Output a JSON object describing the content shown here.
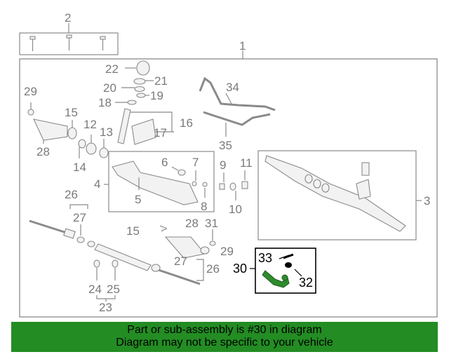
{
  "diagram": {
    "callouts": [
      {
        "id": "c2",
        "text": "2"
      },
      {
        "id": "c1",
        "text": "1"
      },
      {
        "id": "c22",
        "text": "22"
      },
      {
        "id": "c21",
        "text": "21"
      },
      {
        "id": "c20",
        "text": "20"
      },
      {
        "id": "c19",
        "text": "19"
      },
      {
        "id": "c18",
        "text": "18"
      },
      {
        "id": "c16",
        "text": "16"
      },
      {
        "id": "c17",
        "text": "17"
      },
      {
        "id": "c29a",
        "text": "29"
      },
      {
        "id": "c15a",
        "text": "15"
      },
      {
        "id": "c12",
        "text": "12"
      },
      {
        "id": "c13",
        "text": "13"
      },
      {
        "id": "c28a",
        "text": "28"
      },
      {
        "id": "c14",
        "text": "14"
      },
      {
        "id": "c34",
        "text": "34"
      },
      {
        "id": "c35",
        "text": "35"
      },
      {
        "id": "c6",
        "text": "6"
      },
      {
        "id": "c7",
        "text": "7"
      },
      {
        "id": "c4",
        "text": "4"
      },
      {
        "id": "c5",
        "text": "5"
      },
      {
        "id": "c8",
        "text": "8"
      },
      {
        "id": "c9",
        "text": "9"
      },
      {
        "id": "c11",
        "text": "11"
      },
      {
        "id": "c10",
        "text": "10"
      },
      {
        "id": "c3",
        "text": "3"
      },
      {
        "id": "c26a",
        "text": "26"
      },
      {
        "id": "c27a",
        "text": "27"
      },
      {
        "id": "c15b",
        "text": "15"
      },
      {
        "id": "c28b",
        "text": "28"
      },
      {
        "id": "c31",
        "text": "31"
      },
      {
        "id": "c29b",
        "text": "29"
      },
      {
        "id": "c27b",
        "text": "27"
      },
      {
        "id": "c26b",
        "text": "26"
      },
      {
        "id": "c24",
        "text": "24"
      },
      {
        "id": "c25",
        "text": "25"
      },
      {
        "id": "c23",
        "text": "23"
      }
    ],
    "highlighted_callouts": [
      {
        "id": "h33",
        "text": "33"
      },
      {
        "id": "h30",
        "text": "30"
      },
      {
        "id": "h32",
        "text": "32"
      }
    ],
    "highlight_color": "#2e8b2e"
  },
  "banner": {
    "line1": "Part or sub-assembly is #30 in diagram",
    "line2": "Diagram may not be specific to your vehicle",
    "background": "#238c23"
  }
}
